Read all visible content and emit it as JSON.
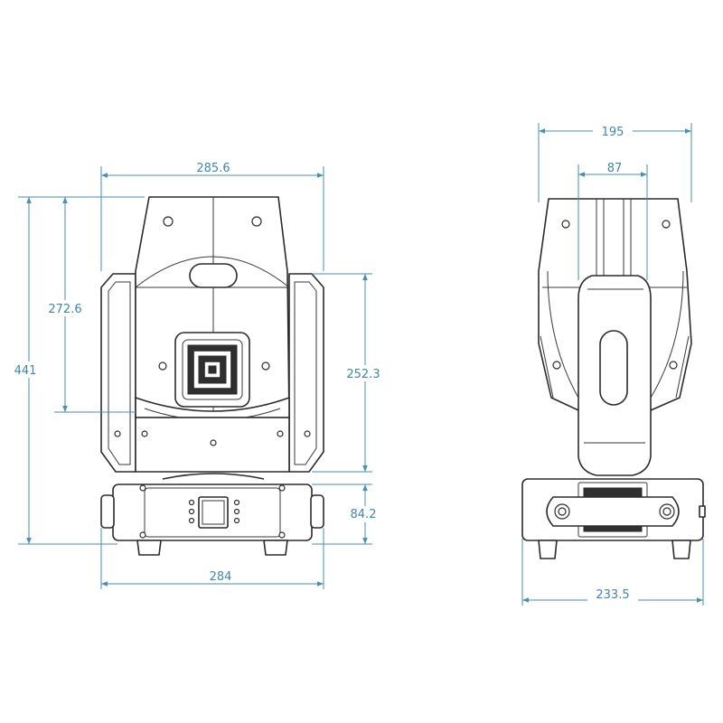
{
  "colors": {
    "dimension": "#3f86a8",
    "outline": "#2b2b2b"
  },
  "front_view": {
    "dim_head_width": "285.6",
    "dim_total_height": "441",
    "dim_head_height": "272.6",
    "dim_arm_height": "252.3",
    "dim_base_height": "84.2",
    "dim_base_width": "284"
  },
  "side_view": {
    "dim_head_width": "195",
    "dim_inner_width": "87",
    "dim_base_width": "233.5"
  }
}
